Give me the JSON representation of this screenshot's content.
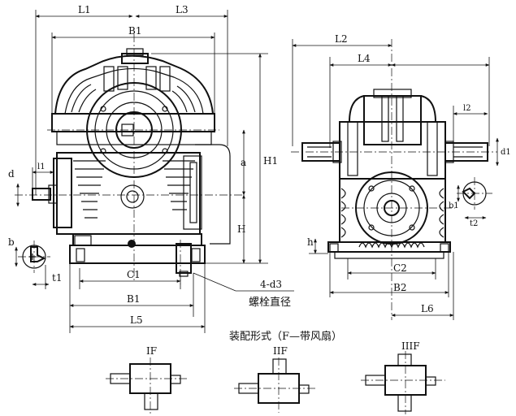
{
  "labels": {
    "L1": "L1",
    "L3": "L3",
    "B1_top": "B1",
    "L2": "L2",
    "L4": "L4",
    "l1": "l1",
    "l2": "l2",
    "d1": "d1",
    "d": "d",
    "a": "a",
    "H1": "H1",
    "H": "H",
    "b": "b",
    "b1": "b1",
    "t1": "t1",
    "t2": "t2",
    "h": "h",
    "C1": "C1",
    "B1_bottom": "B1",
    "L5": "L5",
    "C2": "C2",
    "B2": "B2",
    "L6": "L6",
    "bolt_count": "4-d3",
    "bolt_text": "螺栓直径"
  },
  "assembly": {
    "title": "装配形式（F—带风扇）",
    "forms": [
      "IF",
      "IIF",
      "IIIF"
    ]
  }
}
